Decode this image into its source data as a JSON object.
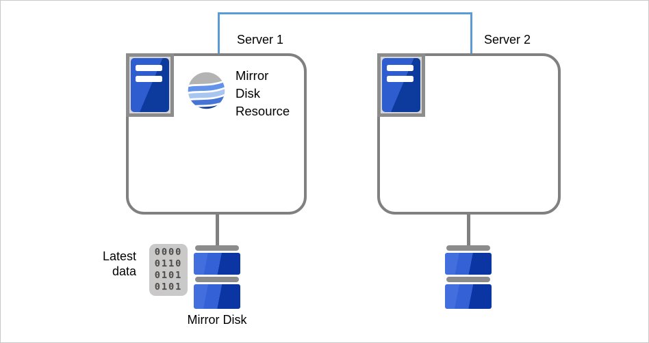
{
  "servers": [
    {
      "label": "Server 1",
      "resource": {
        "icon": "mirror-disk-resource-icon",
        "label": "Mirror\nDisk\nResource"
      }
    },
    {
      "label": "Server 2"
    }
  ],
  "disks": {
    "server1_disk": {
      "label": "Mirror Disk"
    }
  },
  "latest_data": {
    "label": "Latest\ndata",
    "binary_rows": [
      "0000",
      "0110",
      "0101",
      "0101"
    ]
  },
  "colors": {
    "link_blue": "#5b9bd5",
    "box_border_gray": "#808080",
    "icon_frame_gray": "#8c8c8c",
    "tower_blue_light": "#2e5dd0",
    "tower_blue_dark": "#0d3b9d",
    "disk_blue_light": "#3462d6",
    "disk_blue_dark": "#0c35a4",
    "disk_bar_gray": "#8c8c8c",
    "binary_chip_bg": "#c9c9c9",
    "binary_digit": "#4d4d4d",
    "wave_gray": "#b3b3b3",
    "wave_blue_medium": "#6292e9",
    "wave_blue_light": "#a9c6f1",
    "wave_blue_strong": "#4674d5",
    "wave_navy": "#143f92"
  }
}
